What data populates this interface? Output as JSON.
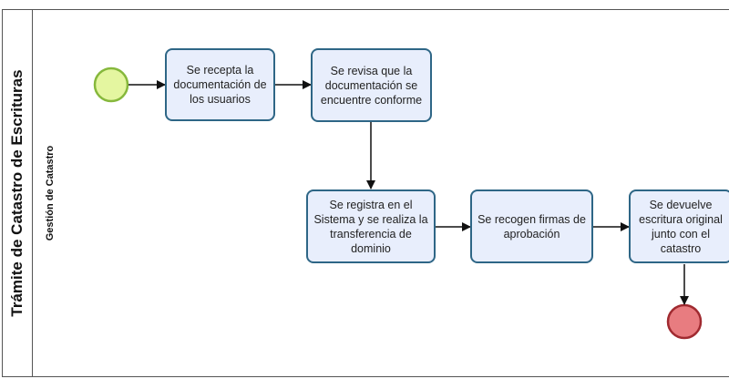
{
  "pool": {
    "title": "Trámite de Catastro de Escrituras"
  },
  "lane": {
    "title": "Gestión de Catastro"
  },
  "events": {
    "start": {
      "fill": "#e4f6a0",
      "stroke": "#86b83c"
    },
    "end": {
      "fill": "#e87c80",
      "stroke": "#a02a30"
    }
  },
  "tasks": [
    {
      "id": "t1",
      "label": "Se recepta la documentación de los usuarios"
    },
    {
      "id": "t2",
      "label": "Se revisa que la documentación se encuentre conforme"
    },
    {
      "id": "t3",
      "label": "Se registra en el Sistema y se realiza la transferencia de dominio"
    },
    {
      "id": "t4",
      "label": "Se recogen firmas de aprobación"
    },
    {
      "id": "t5",
      "label": "Se devuelve escritura original junto con el catastro"
    }
  ],
  "colors": {
    "task_fill": "#e8eefc",
    "task_stroke": "#2e6686",
    "line": "#111111"
  }
}
